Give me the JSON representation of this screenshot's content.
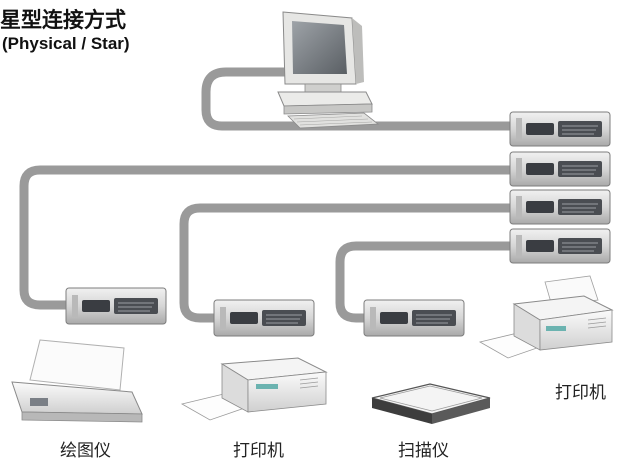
{
  "title": "星型连接方式",
  "subtitle": "(Physical / Star)",
  "devices": {
    "plotter": "绘图仪",
    "printer_1": "打印机",
    "scanner": "扫描仪",
    "printer_2": "打印机"
  }
}
